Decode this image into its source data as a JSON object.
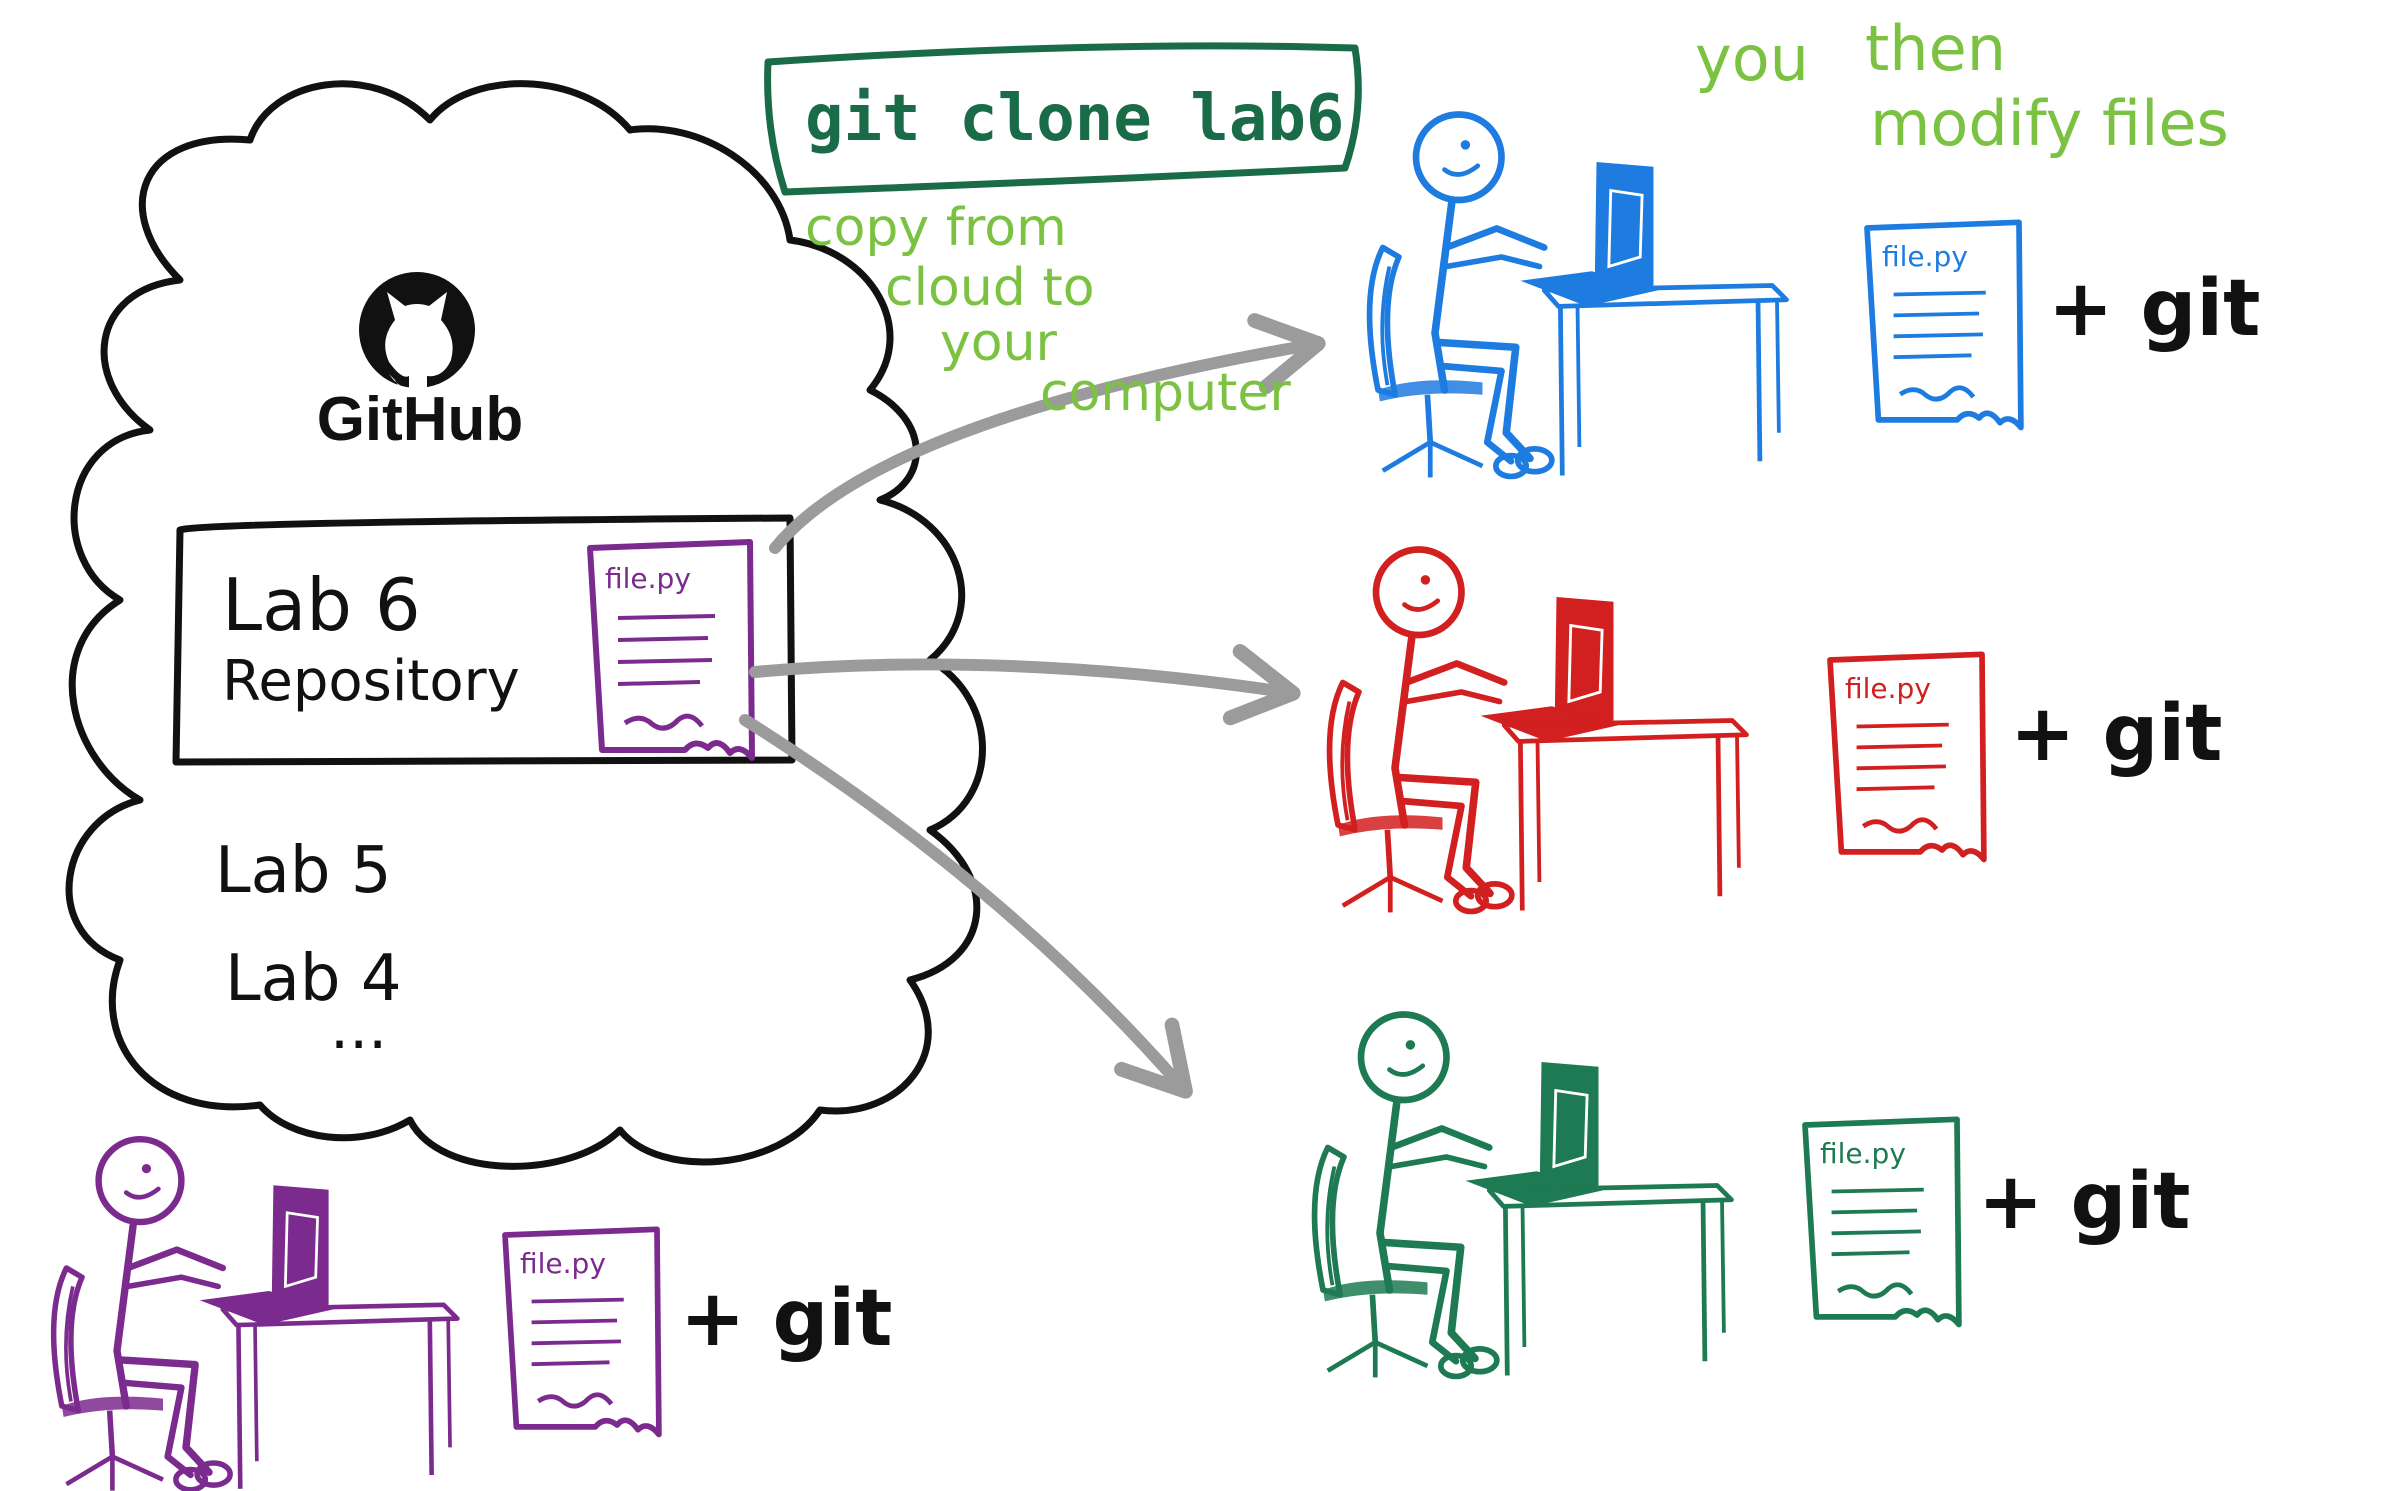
{
  "colors": {
    "ink": "#111111",
    "purple": "#7b2a8e",
    "blue": "#1e7be0",
    "red": "#d21f1f",
    "green": "#1d7a52",
    "note_green": "#7cc242",
    "arrow_gray": "#9b9b9b",
    "command_box": "#1a6b48"
  },
  "cloud": {
    "logo_icon": "github-octocat-icon",
    "logo_text": "GitHub",
    "repo_title": "Lab 6",
    "repo_subtitle": "Repository",
    "other_labs": [
      "Lab 5",
      "Lab 4",
      "..."
    ]
  },
  "command": {
    "text": "git clone lab6",
    "note": [
      "copy from",
      "cloud to",
      "your",
      "computer"
    ]
  },
  "modify_note": [
    "you",
    "then",
    "modify files"
  ],
  "file_label": "file.py",
  "git_label": "+ git",
  "users": [
    {
      "id": "owner",
      "color": "purple"
    },
    {
      "id": "user-blue",
      "color": "blue"
    },
    {
      "id": "user-red",
      "color": "red"
    },
    {
      "id": "user-green",
      "color": "green"
    }
  ]
}
